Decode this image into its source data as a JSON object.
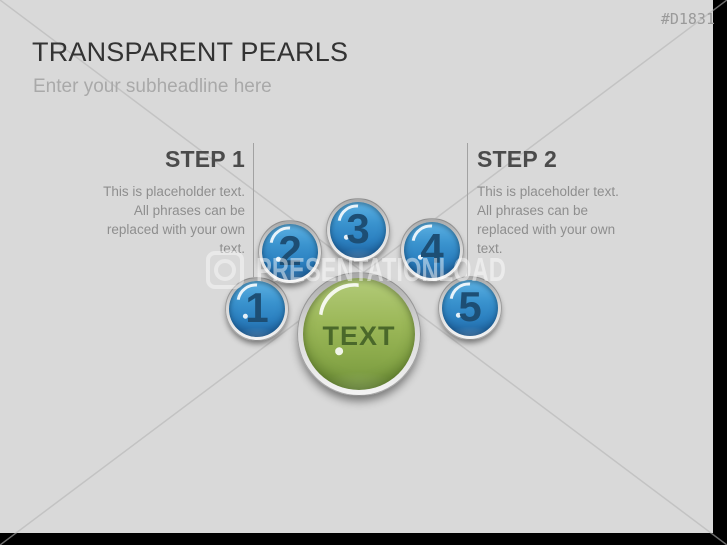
{
  "page": {
    "id_label": "#D1831"
  },
  "header": {
    "title": "TRANSPARENT PEARLS",
    "subheadline": "Enter your subheadline here"
  },
  "steps": [
    {
      "label": "STEP 1",
      "body": "This is placeholder text.\nAll phrases can be\nreplaced with your own\ntext."
    },
    {
      "label": "STEP 2",
      "body": "This is placeholder text.\nAll phrases can be\nreplaced with your own\ntext."
    }
  ],
  "pearls": [
    {
      "label": "1"
    },
    {
      "label": "2"
    },
    {
      "label": "3"
    },
    {
      "label": "4"
    },
    {
      "label": "5"
    }
  ],
  "center_pearl": {
    "label": "TEXT"
  },
  "watermark": {
    "text": "PRESENTATIONLOAD"
  },
  "colors": {
    "background": "#d9d9d9",
    "pearl_blue": "#2e86c4",
    "pearl_green": "#93b150",
    "number_text": "#1d4e74",
    "center_text": "#4a682a",
    "title_text": "#333333",
    "subheadline_text": "#a9a9a9"
  }
}
